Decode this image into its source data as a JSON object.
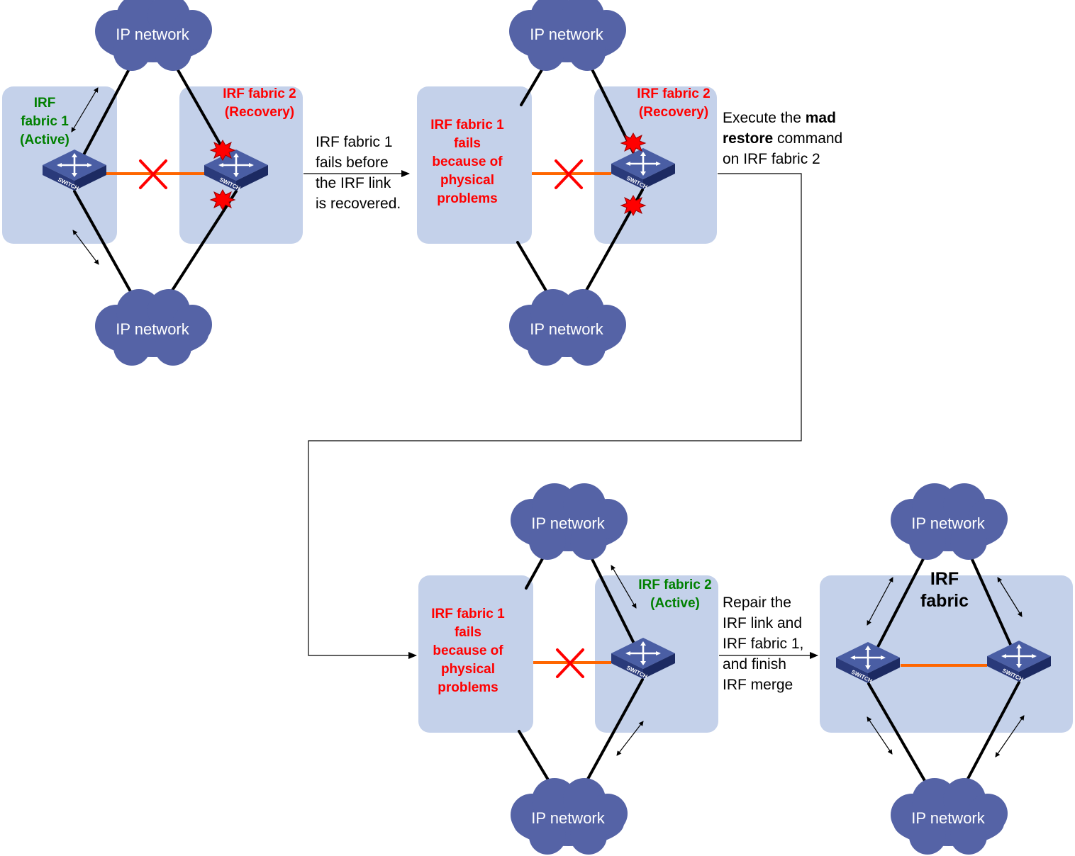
{
  "colors": {
    "cloud": "#5563a6",
    "fabric_box": "#c4d1ea",
    "switch_top": "#4a5ea4",
    "irf_link": "#ff6600",
    "failure_x": "#ff0000",
    "failed_text": "#ff0000",
    "active_text": "#008000"
  },
  "icons": [
    "cloud-icon",
    "switch-icon",
    "failure-x-icon",
    "explosion-icon",
    "double-arrow-icon"
  ],
  "switch_label": "SWITCH",
  "cloud_label": "IP network",
  "panel1": {
    "fabric1_lines": [
      "IRF",
      "fabric 1",
      "(Active)"
    ],
    "fabric2_lines": [
      "IRF fabric 2",
      "(Recovery)"
    ]
  },
  "step1_lines": [
    "IRF fabric 1",
    "fails before",
    "the IRF link",
    "is recovered."
  ],
  "panel2": {
    "fabric1_lines": [
      "IRF fabric 1",
      "fails",
      "because of",
      "physical",
      "problems"
    ],
    "fabric2_lines": [
      "IRF fabric 2",
      "(Recovery)"
    ]
  },
  "step2": {
    "part1": "Execute the ",
    "bold1": "mad",
    "bold2": "restore",
    "part2": " command",
    "part3": "on IRF fabric 2"
  },
  "panel3": {
    "fabric1_lines": [
      "IRF fabric 1",
      "fails",
      "because of",
      "physical",
      "problems"
    ],
    "fabric2_lines": [
      "IRF fabric 2",
      "(Active)"
    ]
  },
  "step3_lines": [
    "Repair the",
    "IRF link and",
    "IRF fabric 1,",
    "and finish",
    "IRF merge"
  ],
  "panel4": {
    "fabric_lines": [
      "IRF",
      "fabric"
    ]
  }
}
